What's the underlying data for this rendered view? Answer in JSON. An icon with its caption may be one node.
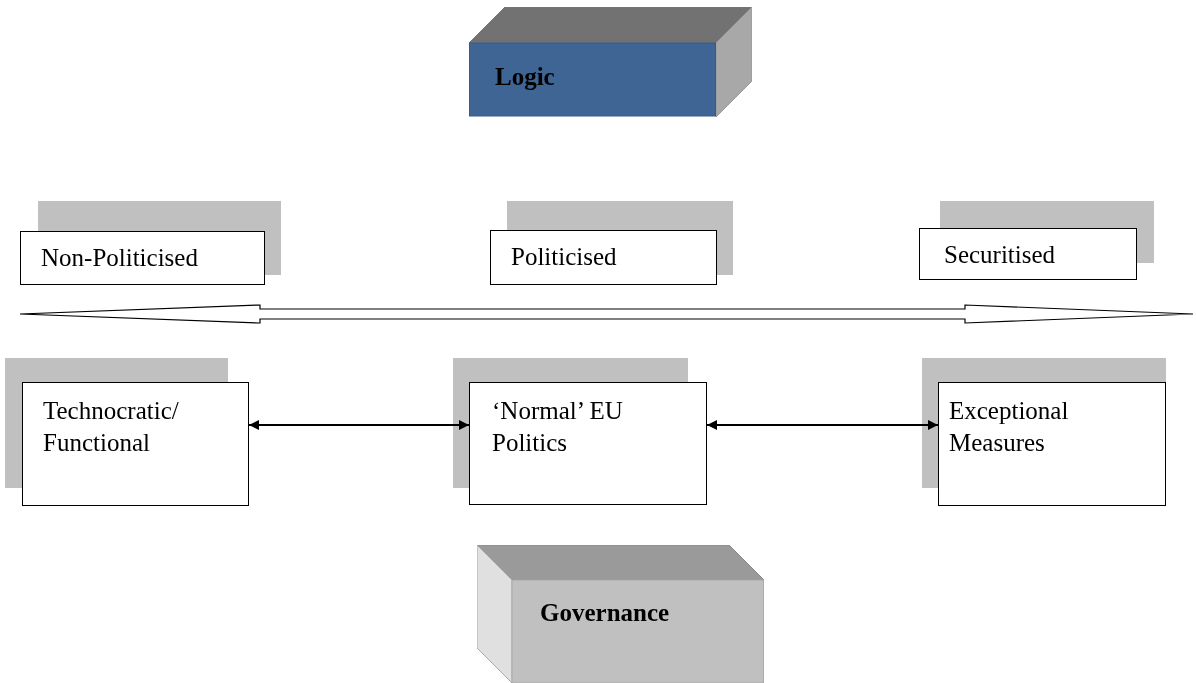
{
  "diagram": {
    "nodes": [
      {
        "text": [
          "Logic"
        ]
      },
      {
        "text": [
          "Non-Politicised"
        ]
      },
      {
        "text": [
          "Politicised"
        ]
      },
      {
        "text": [
          "Securitised"
        ]
      },
      {
        "text": [
          "Technocratic/ Functional"
        ]
      },
      {
        "text": [
          "‘Normal’ EU Politics"
        ]
      },
      {
        "text": [
          "Exceptional Measures"
        ]
      },
      {
        "text": [
          "Governance"
        ]
      }
    ],
    "edges": [
      {
        "from": 4,
        "to": 5,
        "arrow": "both"
      },
      {
        "from": 5,
        "to": 6,
        "arrow": "both"
      }
    ]
  }
}
